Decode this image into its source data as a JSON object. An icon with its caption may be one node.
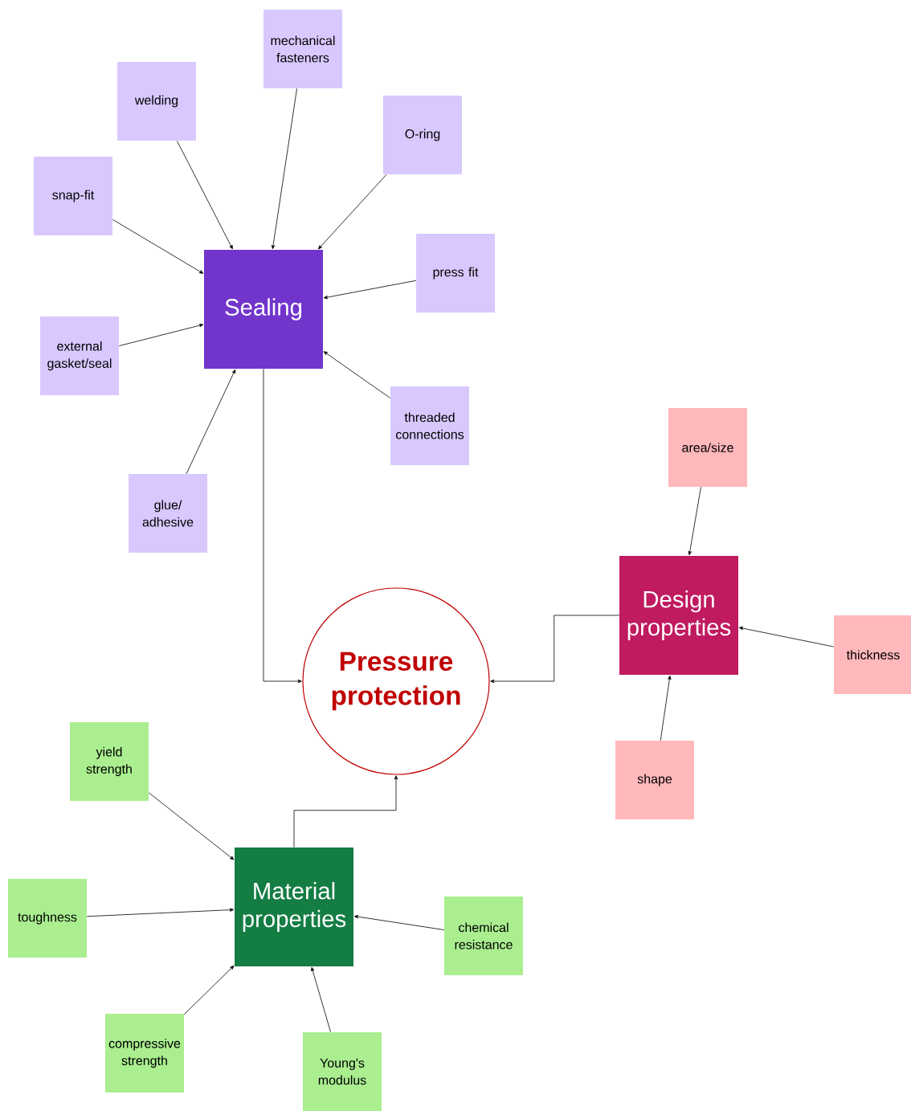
{
  "diagram": {
    "nodes": [
      {
        "text": [
          "Sealing"
        ]
      },
      {
        "text": [
          "mechanical fasteners"
        ]
      },
      {
        "text": [
          "welding"
        ]
      },
      {
        "text": [
          "O-ring"
        ]
      },
      {
        "text": [
          "snap-fit"
        ]
      },
      {
        "text": [
          "press fit"
        ]
      },
      {
        "text": [
          "external gasket/seal"
        ]
      },
      {
        "text": [
          "threaded connections"
        ]
      },
      {
        "text": [
          "glue/ adhesive"
        ]
      },
      {
        "text": [
          "area/size"
        ]
      },
      {
        "text": [
          "Design properties"
        ]
      },
      {
        "text": [
          "Pressure protection"
        ]
      },
      {
        "text": [
          "thickness"
        ]
      },
      {
        "text": [
          "shape"
        ]
      },
      {
        "text": [
          "yield strength"
        ]
      },
      {
        "text": [
          "Material properties"
        ]
      },
      {
        "text": [
          "toughness"
        ]
      },
      {
        "text": [
          "chemical resistance"
        ]
      },
      {
        "text": [
          "compressive strength"
        ]
      },
      {
        "text": [
          "Young's modulus"
        ]
      }
    ],
    "edges": [
      {
        "from": 1,
        "to": 0,
        "arrow": "to"
      },
      {
        "from": 2,
        "to": 0,
        "arrow": "to"
      },
      {
        "from": 3,
        "to": 0,
        "arrow": "to"
      },
      {
        "from": 4,
        "to": 0,
        "arrow": "to"
      },
      {
        "from": 5,
        "to": 0,
        "arrow": "to"
      },
      {
        "from": 6,
        "to": 0,
        "arrow": "to"
      },
      {
        "from": 7,
        "to": 0,
        "arrow": "to"
      },
      {
        "from": 8,
        "to": 0,
        "arrow": "to"
      },
      {
        "from": 9,
        "to": 10,
        "arrow": "to"
      },
      {
        "from": 12,
        "to": 10,
        "arrow": "to"
      },
      {
        "from": 13,
        "to": 10,
        "arrow": "to"
      },
      {
        "from": 14,
        "to": 15,
        "arrow": "to"
      },
      {
        "from": 16,
        "to": 15,
        "arrow": "to"
      },
      {
        "from": 17,
        "to": 15,
        "arrow": "to"
      },
      {
        "from": 18,
        "to": 15,
        "arrow": "to"
      },
      {
        "from": 19,
        "to": 15,
        "arrow": "to"
      },
      {
        "from": 0,
        "to": 11,
        "arrow": "to"
      },
      {
        "from": 10,
        "to": 11,
        "arrow": "to"
      },
      {
        "from": 15,
        "to": 11,
        "arrow": "to"
      }
    ]
  }
}
